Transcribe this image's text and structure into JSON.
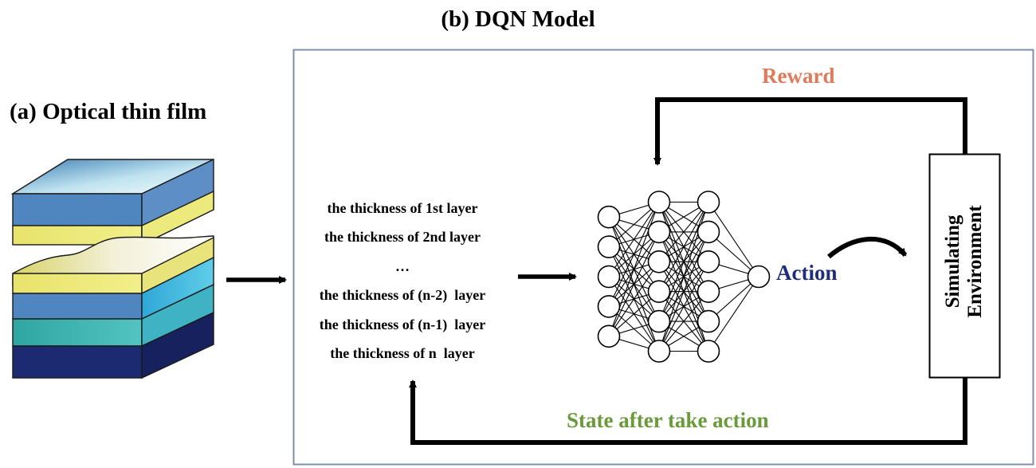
{
  "panel_b_title": "(b) DQN Model",
  "panel_a_title": "(a) Optical thin film",
  "reward_label": "Reward",
  "action_label": "Action",
  "state_feedback_label": "State after take action",
  "environment_label": {
    "line1": "Simulating",
    "line2": "Environment"
  },
  "state_inputs": [
    "the thickness of 1st layer",
    "the thickness of 2nd layer",
    "…",
    "the thickness of (n-2)  layer",
    "the thickness of (n-1)  layer",
    "the thickness of n  layer"
  ],
  "network": {
    "layer_sizes": [
      5,
      6,
      6,
      1
    ]
  },
  "colors": {
    "reward": "#e07b5a",
    "action": "#1f2d7a",
    "state_feedback": "#6a9a3a",
    "panel_border": "#7d8fa8",
    "arrow": "#000000"
  }
}
